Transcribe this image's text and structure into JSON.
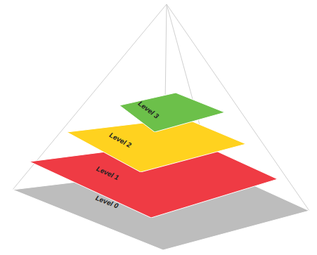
{
  "diagram": {
    "nodes": [
      {
        "text": [
          "Level 3"
        ]
      },
      {
        "text": [
          "Level 2"
        ]
      },
      {
        "text": [
          "Level 1"
        ]
      },
      {
        "text": [
          "Level 0"
        ]
      }
    ]
  }
}
